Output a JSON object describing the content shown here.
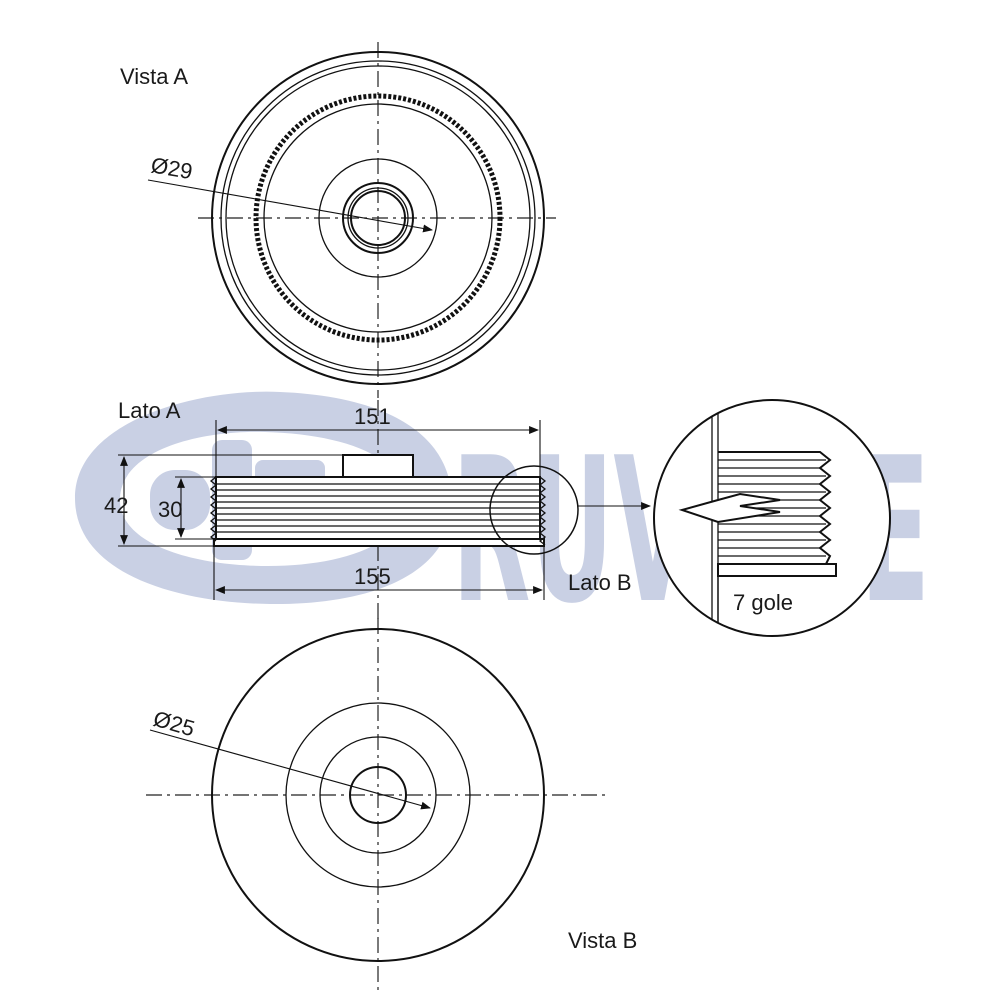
{
  "watermark": {
    "text": "RUVILLE",
    "color": "#c9d0e4"
  },
  "labels": {
    "vista_a": "Vista A",
    "vista_b": "Vista B",
    "lato_a": "Lato A",
    "lato_b": "Lato B",
    "grooves": "7 gole"
  },
  "dimensions": {
    "dia_a": "Ø29",
    "dia_b": "Ø25",
    "width_top": "151",
    "width_bottom": "155",
    "height_outer": "42",
    "height_inner": "30"
  },
  "colors": {
    "line": "#111111",
    "background": "#ffffff"
  }
}
